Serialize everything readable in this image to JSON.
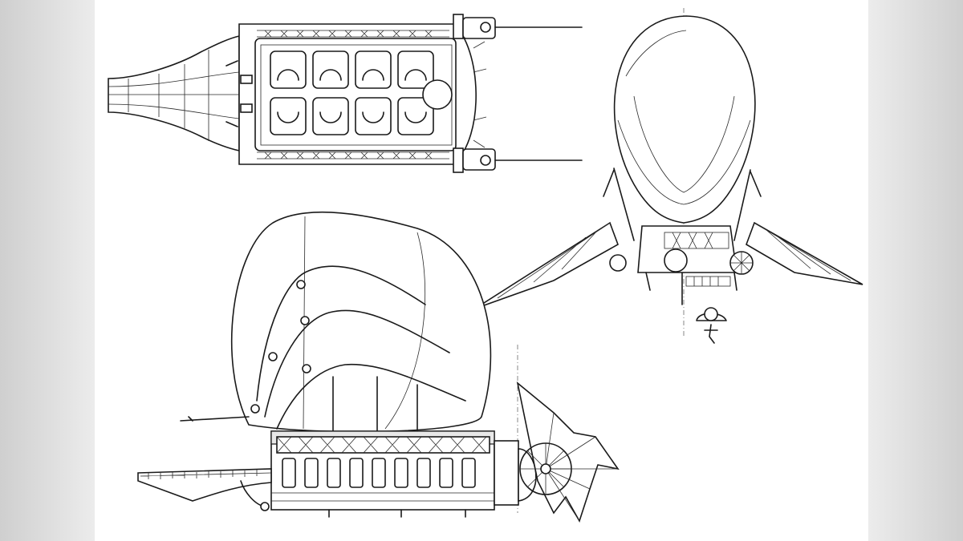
{
  "sheet": {
    "background": "#ffffff",
    "ink": "#1a1a1a"
  },
  "views": [
    {
      "id": "top-view",
      "depicts": "airship-plan-view"
    },
    {
      "id": "front-view",
      "depicts": "airship-front-elevation"
    },
    {
      "id": "side-view",
      "depicts": "airship-side-elevation"
    }
  ]
}
